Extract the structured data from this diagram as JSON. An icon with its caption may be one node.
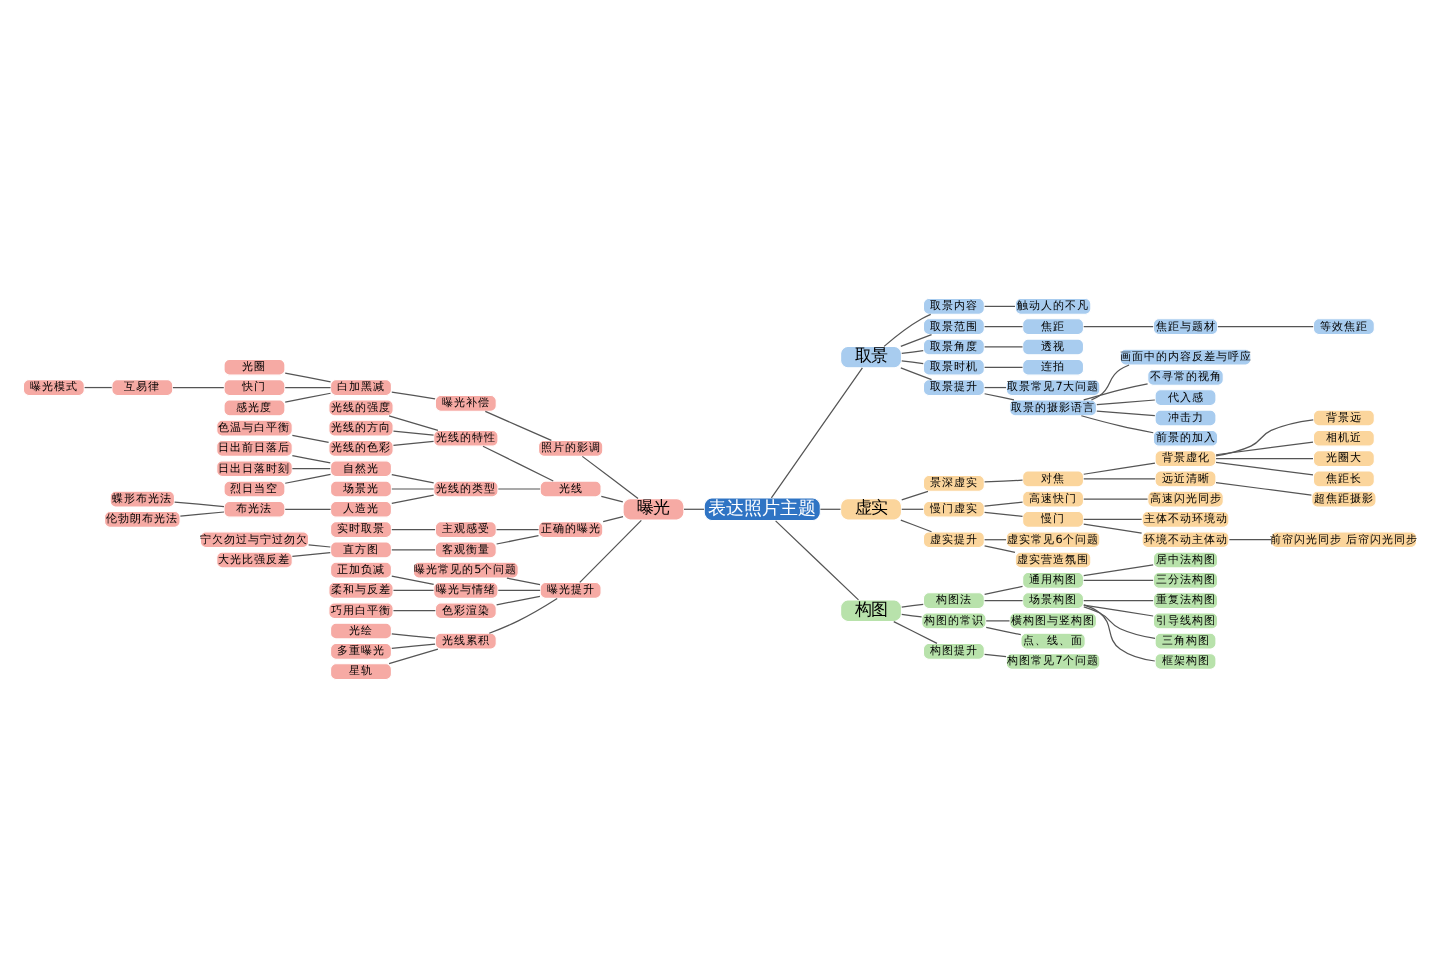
{
  "diagram": {
    "nodes": [
      {
        "text": [
          "表达照片主题"
        ]
      },
      {
        "text": [
          "曝光"
        ]
      },
      {
        "text": [
          "照片的影调"
        ]
      },
      {
        "text": [
          "曝光补偿"
        ]
      },
      {
        "text": [
          "白加黑减"
        ]
      },
      {
        "text": [
          "光圈"
        ]
      },
      {
        "text": [
          "快门"
        ]
      },
      {
        "text": [
          "互易律"
        ]
      },
      {
        "text": [
          "曝光模式"
        ]
      },
      {
        "text": [
          "感光度"
        ]
      },
      {
        "text": [
          "光线"
        ]
      },
      {
        "text": [
          "光线的特性"
        ]
      },
      {
        "text": [
          "光线的强度"
        ]
      },
      {
        "text": [
          "光线的方向"
        ]
      },
      {
        "text": [
          "光线的色彩"
        ]
      },
      {
        "text": [
          "色温与白平衡"
        ]
      },
      {
        "text": [
          "光线的类型"
        ]
      },
      {
        "text": [
          "自然光"
        ]
      },
      {
        "text": [
          "日出前日落后"
        ]
      },
      {
        "text": [
          "日出日落时刻"
        ]
      },
      {
        "text": [
          "烈日当空"
        ]
      },
      {
        "text": [
          "场景光"
        ]
      },
      {
        "text": [
          "人造光"
        ]
      },
      {
        "text": [
          "布光法"
        ]
      },
      {
        "text": [
          "蝶形布光法"
        ]
      },
      {
        "text": [
          "伦勃朗布光法"
        ]
      },
      {
        "text": [
          "正确的曝光"
        ]
      },
      {
        "text": [
          "主观感受"
        ]
      },
      {
        "text": [
          "实时取景"
        ]
      },
      {
        "text": [
          "客观衡量"
        ]
      },
      {
        "text": [
          "直方图"
        ]
      },
      {
        "text": [
          "宁欠勿过与宁过勿欠"
        ]
      },
      {
        "text": [
          "大光比强反差"
        ]
      },
      {
        "text": [
          "曝光提升"
        ]
      },
      {
        "text": [
          "曝光常见的5个问题"
        ]
      },
      {
        "text": [
          "曝光与情绪"
        ]
      },
      {
        "text": [
          "正加负减"
        ]
      },
      {
        "text": [
          "柔和与反差"
        ]
      },
      {
        "text": [
          "色彩渲染"
        ]
      },
      {
        "text": [
          "巧用白平衡"
        ]
      },
      {
        "text": [
          "光线累积"
        ]
      },
      {
        "text": [
          "光绘"
        ]
      },
      {
        "text": [
          "多重曝光"
        ]
      },
      {
        "text": [
          "星轨"
        ]
      },
      {
        "text": [
          "取景"
        ]
      },
      {
        "text": [
          "取景内容"
        ]
      },
      {
        "text": [
          "触动人的不凡"
        ]
      },
      {
        "text": [
          "取景范围"
        ]
      },
      {
        "text": [
          "焦距"
        ]
      },
      {
        "text": [
          "焦距与题材"
        ]
      },
      {
        "text": [
          "等效焦距"
        ]
      },
      {
        "text": [
          "取景角度"
        ]
      },
      {
        "text": [
          "透视"
        ]
      },
      {
        "text": [
          "取景时机"
        ]
      },
      {
        "text": [
          "连拍"
        ]
      },
      {
        "text": [
          "取景提升"
        ]
      },
      {
        "text": [
          "取景常见7大问题"
        ]
      },
      {
        "text": [
          "取景的摄影语言"
        ]
      },
      {
        "text": [
          "画面中的内容反差与呼应"
        ]
      },
      {
        "text": [
          "不寻常的视角"
        ]
      },
      {
        "text": [
          "代入感"
        ]
      },
      {
        "text": [
          "冲击力"
        ]
      },
      {
        "text": [
          "前景的加入"
        ]
      },
      {
        "text": [
          "虚实"
        ]
      },
      {
        "text": [
          "景深虚实"
        ]
      },
      {
        "text": [
          "对焦"
        ]
      },
      {
        "text": [
          "背景虚化"
        ]
      },
      {
        "text": [
          "背景远"
        ]
      },
      {
        "text": [
          "相机近"
        ]
      },
      {
        "text": [
          "光圈大"
        ]
      },
      {
        "text": [
          "焦距长"
        ]
      },
      {
        "text": [
          "远近清晰"
        ]
      },
      {
        "text": [
          "超焦距摄影"
        ]
      },
      {
        "text": [
          "慢门虚实"
        ]
      },
      {
        "text": [
          "高速快门"
        ]
      },
      {
        "text": [
          "高速闪光同步"
        ]
      },
      {
        "text": [
          "慢门"
        ]
      },
      {
        "text": [
          "主体不动环境动"
        ]
      },
      {
        "text": [
          "环境不动主体动"
        ]
      },
      {
        "text": [
          "前帘闪光同步 后帘闪光同步"
        ]
      },
      {
        "text": [
          "虚实提升"
        ]
      },
      {
        "text": [
          "虚实常见6个问题"
        ]
      },
      {
        "text": [
          "虚实营造氛围"
        ]
      },
      {
        "text": [
          "构图"
        ]
      },
      {
        "text": [
          "构图法"
        ]
      },
      {
        "text": [
          "通用构图"
        ]
      },
      {
        "text": [
          "居中法构图"
        ]
      },
      {
        "text": [
          "三分法构图"
        ]
      },
      {
        "text": [
          "场景构图"
        ]
      },
      {
        "text": [
          "重复法构图"
        ]
      },
      {
        "text": [
          "引导线构图"
        ]
      },
      {
        "text": [
          "三角构图"
        ]
      },
      {
        "text": [
          "框架构图"
        ]
      },
      {
        "text": [
          "构图的常识"
        ]
      },
      {
        "text": [
          "横构图与竖构图"
        ]
      },
      {
        "text": [
          "点、线、面"
        ]
      },
      {
        "text": [
          "构图提升"
        ]
      },
      {
        "text": [
          "构图常见7个问题"
        ]
      }
    ],
    "edges": [
      {
        "from": 0,
        "to": 1,
        "arrow": "none"
      },
      {
        "from": 1,
        "to": 2,
        "arrow": "none"
      },
      {
        "from": 2,
        "to": 3,
        "arrow": "none"
      },
      {
        "from": 3,
        "to": 4,
        "arrow": "none"
      },
      {
        "from": 4,
        "to": 5,
        "arrow": "none"
      },
      {
        "from": 4,
        "to": 6,
        "arrow": "none"
      },
      {
        "from": 6,
        "to": 7,
        "arrow": "none"
      },
      {
        "from": 7,
        "to": 8,
        "arrow": "none"
      },
      {
        "from": 4,
        "to": 9,
        "arrow": "none"
      },
      {
        "from": 1,
        "to": 10,
        "arrow": "none"
      },
      {
        "from": 10,
        "to": 11,
        "arrow": "none"
      },
      {
        "from": 11,
        "to": 12,
        "arrow": "none"
      },
      {
        "from": 11,
        "to": 13,
        "arrow": "none"
      },
      {
        "from": 11,
        "to": 14,
        "arrow": "none"
      },
      {
        "from": 14,
        "to": 15,
        "arrow": "none"
      },
      {
        "from": 10,
        "to": 16,
        "arrow": "none"
      },
      {
        "from": 16,
        "to": 17,
        "arrow": "none"
      },
      {
        "from": 17,
        "to": 18,
        "arrow": "none"
      },
      {
        "from": 17,
        "to": 19,
        "arrow": "none"
      },
      {
        "from": 17,
        "to": 20,
        "arrow": "none"
      },
      {
        "from": 16,
        "to": 21,
        "arrow": "none"
      },
      {
        "from": 16,
        "to": 22,
        "arrow": "none"
      },
      {
        "from": 22,
        "to": 23,
        "arrow": "none"
      },
      {
        "from": 23,
        "to": 24,
        "arrow": "none"
      },
      {
        "from": 23,
        "to": 25,
        "arrow": "none"
      },
      {
        "from": 1,
        "to": 26,
        "arrow": "none"
      },
      {
        "from": 26,
        "to": 27,
        "arrow": "none"
      },
      {
        "from": 27,
        "to": 28,
        "arrow": "none"
      },
      {
        "from": 26,
        "to": 29,
        "arrow": "none"
      },
      {
        "from": 29,
        "to": 30,
        "arrow": "none"
      },
      {
        "from": 30,
        "to": 31,
        "arrow": "none"
      },
      {
        "from": 30,
        "to": 32,
        "arrow": "none"
      },
      {
        "from": 1,
        "to": 33,
        "arrow": "none"
      },
      {
        "from": 33,
        "to": 34,
        "arrow": "none"
      },
      {
        "from": 33,
        "to": 35,
        "arrow": "none"
      },
      {
        "from": 35,
        "to": 36,
        "arrow": "none"
      },
      {
        "from": 35,
        "to": 37,
        "arrow": "none"
      },
      {
        "from": 33,
        "to": 38,
        "arrow": "none"
      },
      {
        "from": 38,
        "to": 39,
        "arrow": "none"
      },
      {
        "from": 33,
        "to": 40,
        "arrow": "none"
      },
      {
        "from": 40,
        "to": 41,
        "arrow": "none"
      },
      {
        "from": 40,
        "to": 42,
        "arrow": "none"
      },
      {
        "from": 40,
        "to": 43,
        "arrow": "none"
      },
      {
        "from": 0,
        "to": 44,
        "arrow": "none"
      },
      {
        "from": 44,
        "to": 45,
        "arrow": "none"
      },
      {
        "from": 45,
        "to": 46,
        "arrow": "none"
      },
      {
        "from": 44,
        "to": 47,
        "arrow": "none"
      },
      {
        "from": 47,
        "to": 48,
        "arrow": "none"
      },
      {
        "from": 48,
        "to": 49,
        "arrow": "none"
      },
      {
        "from": 49,
        "to": 50,
        "arrow": "none"
      },
      {
        "from": 44,
        "to": 51,
        "arrow": "none"
      },
      {
        "from": 51,
        "to": 52,
        "arrow": "none"
      },
      {
        "from": 44,
        "to": 53,
        "arrow": "none"
      },
      {
        "from": 53,
        "to": 54,
        "arrow": "none"
      },
      {
        "from": 44,
        "to": 55,
        "arrow": "none"
      },
      {
        "from": 55,
        "to": 56,
        "arrow": "none"
      },
      {
        "from": 55,
        "to": 57,
        "arrow": "none"
      },
      {
        "from": 57,
        "to": 58,
        "arrow": "none"
      },
      {
        "from": 57,
        "to": 59,
        "arrow": "none"
      },
      {
        "from": 57,
        "to": 60,
        "arrow": "none"
      },
      {
        "from": 57,
        "to": 61,
        "arrow": "none"
      },
      {
        "from": 57,
        "to": 62,
        "arrow": "none"
      },
      {
        "from": 0,
        "to": 63,
        "arrow": "none"
      },
      {
        "from": 63,
        "to": 64,
        "arrow": "none"
      },
      {
        "from": 64,
        "to": 65,
        "arrow": "none"
      },
      {
        "from": 65,
        "to": 66,
        "arrow": "none"
      },
      {
        "from": 66,
        "to": 67,
        "arrow": "none"
      },
      {
        "from": 66,
        "to": 68,
        "arrow": "none"
      },
      {
        "from": 66,
        "to": 69,
        "arrow": "none"
      },
      {
        "from": 66,
        "to": 70,
        "arrow": "none"
      },
      {
        "from": 65,
        "to": 71,
        "arrow": "none"
      },
      {
        "from": 71,
        "to": 72,
        "arrow": "none"
      },
      {
        "from": 63,
        "to": 73,
        "arrow": "none"
      },
      {
        "from": 73,
        "to": 74,
        "arrow": "none"
      },
      {
        "from": 74,
        "to": 75,
        "arrow": "none"
      },
      {
        "from": 73,
        "to": 76,
        "arrow": "none"
      },
      {
        "from": 76,
        "to": 77,
        "arrow": "none"
      },
      {
        "from": 76,
        "to": 78,
        "arrow": "none"
      },
      {
        "from": 78,
        "to": 79,
        "arrow": "none"
      },
      {
        "from": 63,
        "to": 80,
        "arrow": "none"
      },
      {
        "from": 80,
        "to": 81,
        "arrow": "none"
      },
      {
        "from": 80,
        "to": 82,
        "arrow": "none"
      },
      {
        "from": 0,
        "to": 83,
        "arrow": "none"
      },
      {
        "from": 83,
        "to": 84,
        "arrow": "none"
      },
      {
        "from": 84,
        "to": 85,
        "arrow": "none"
      },
      {
        "from": 85,
        "to": 86,
        "arrow": "none"
      },
      {
        "from": 85,
        "to": 87,
        "arrow": "none"
      },
      {
        "from": 84,
        "to": 88,
        "arrow": "none"
      },
      {
        "from": 88,
        "to": 89,
        "arrow": "none"
      },
      {
        "from": 88,
        "to": 90,
        "arrow": "none"
      },
      {
        "from": 88,
        "to": 91,
        "arrow": "none"
      },
      {
        "from": 88,
        "to": 92,
        "arrow": "none"
      },
      {
        "from": 83,
        "to": 93,
        "arrow": "none"
      },
      {
        "from": 93,
        "to": 94,
        "arrow": "none"
      },
      {
        "from": 93,
        "to": 95,
        "arrow": "none"
      },
      {
        "from": 83,
        "to": 96,
        "arrow": "none"
      },
      {
        "from": 96,
        "to": 97,
        "arrow": "none"
      }
    ]
  }
}
